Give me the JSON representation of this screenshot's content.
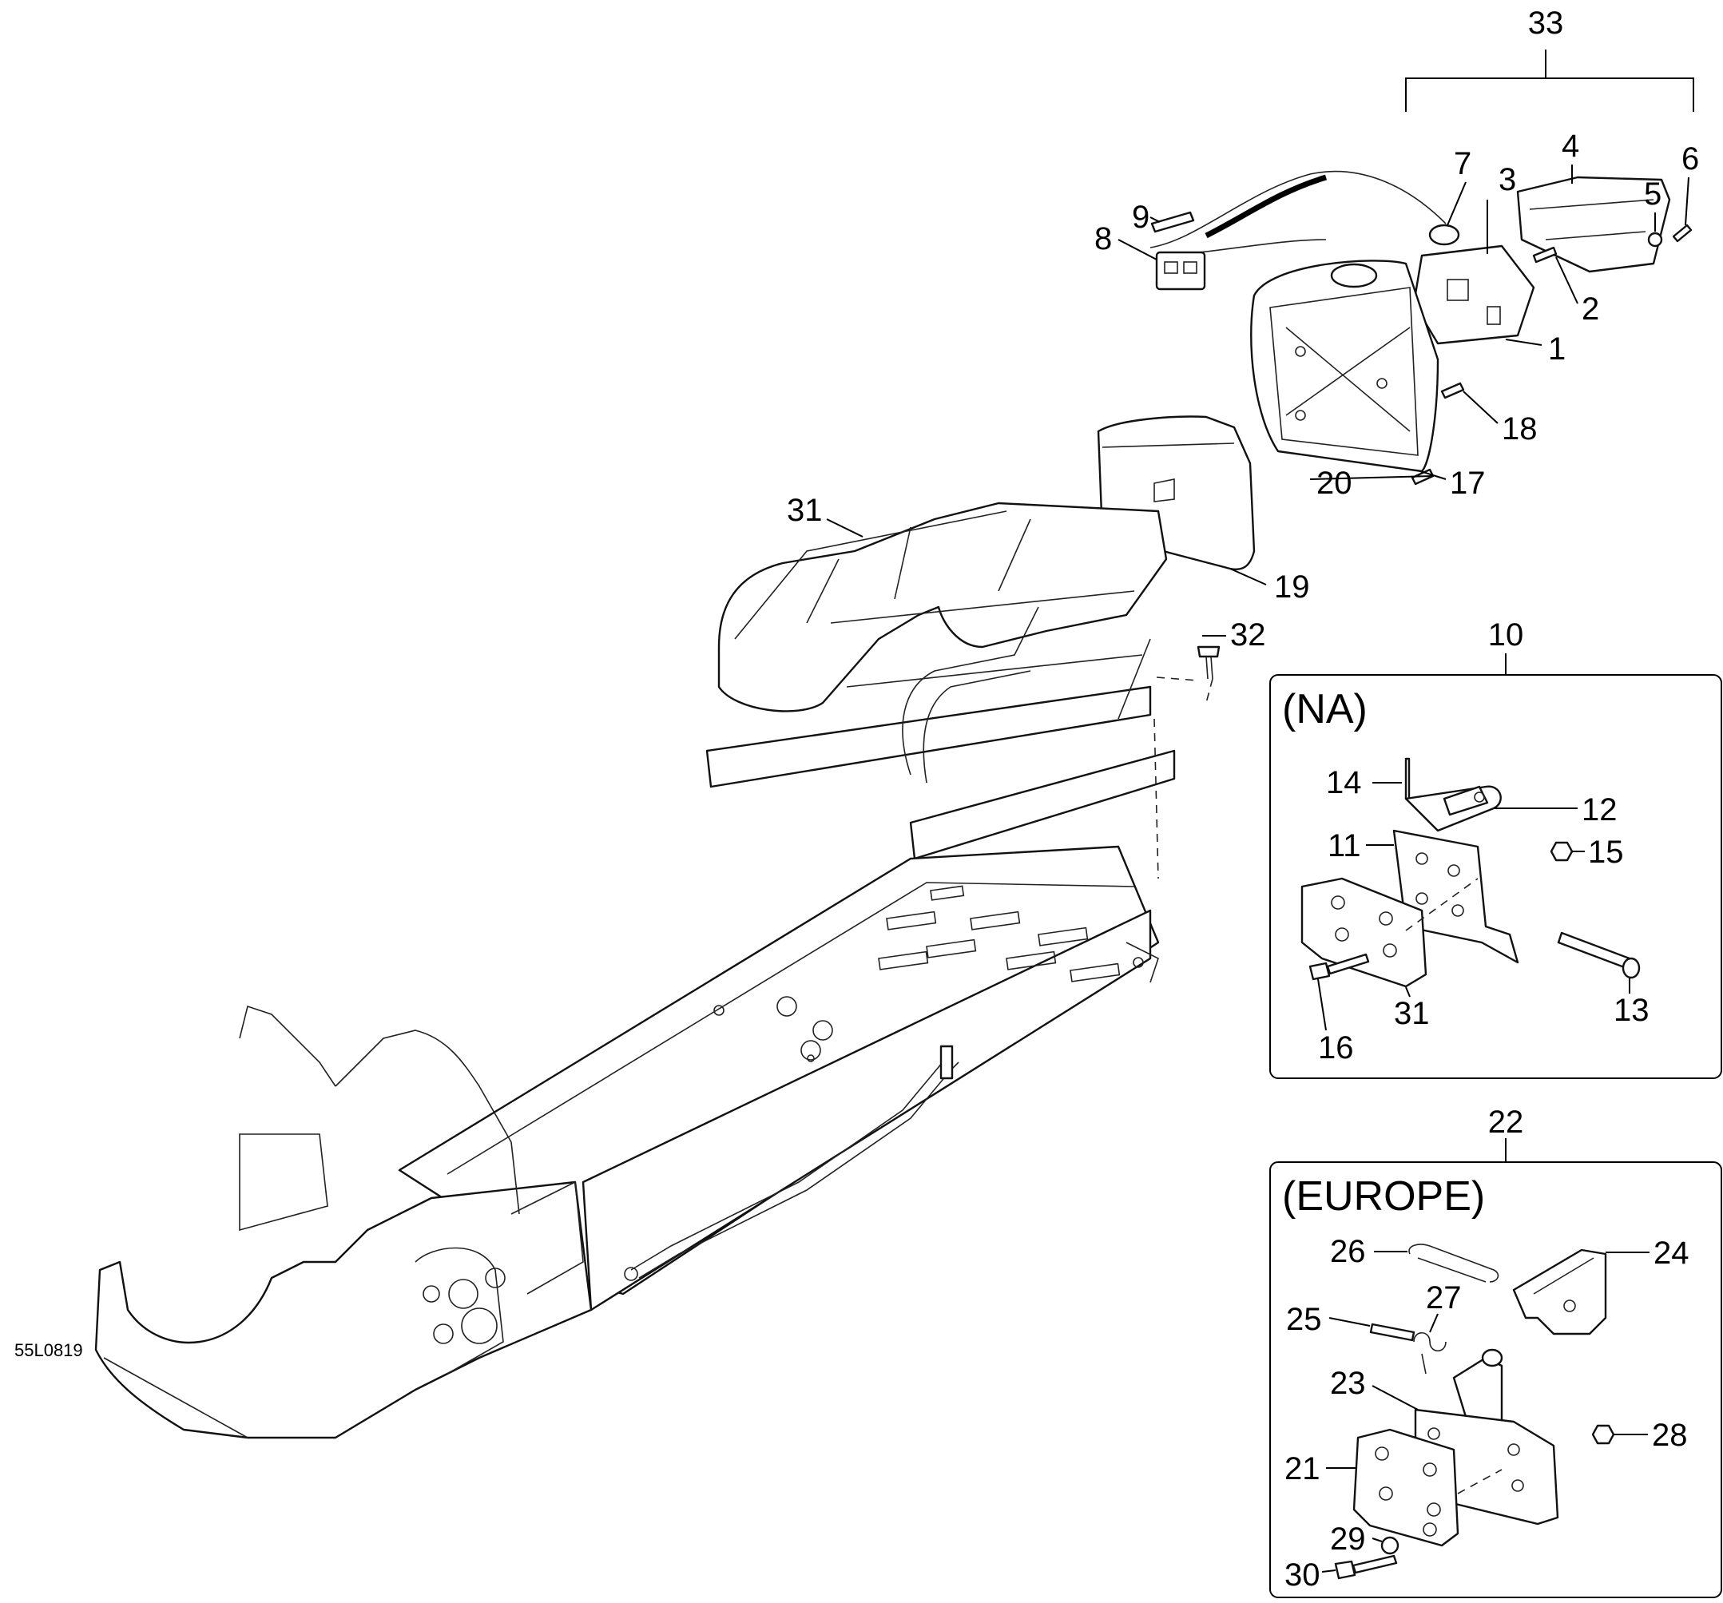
{
  "figure_code": "55L0819",
  "regions": {
    "na": {
      "label": "(NA)",
      "assembly_number": "10"
    },
    "europe": {
      "label": "(EUROPE)",
      "assembly_number": "22"
    }
  },
  "callouts": {
    "c1": "1",
    "c2": "2",
    "c3": "3",
    "c4": "4",
    "c5": "5",
    "c6": "6",
    "c7": "7",
    "c8": "8",
    "c9": "9",
    "c11": "11",
    "c12": "12",
    "c13": "13",
    "c14": "14",
    "c15": "15",
    "c16": "16",
    "c17": "17",
    "c18": "18",
    "c19": "19",
    "c20": "20",
    "c21": "21",
    "c23": "23",
    "c24": "24",
    "c25": "25",
    "c26": "26",
    "c27": "27",
    "c28": "28",
    "c29": "29",
    "c30": "30",
    "c31_rack": "31",
    "c31_na": "31",
    "c32": "32",
    "c33": "33"
  }
}
